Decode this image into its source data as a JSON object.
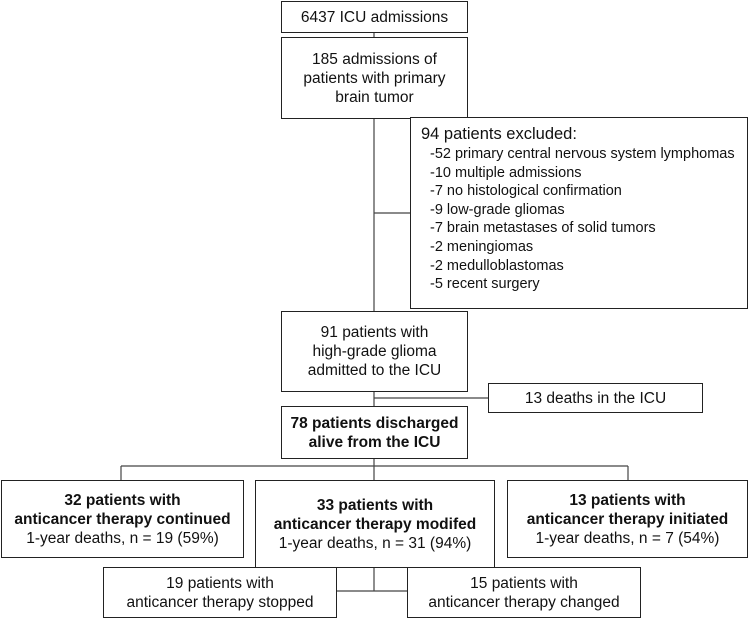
{
  "flow": {
    "admissions": {
      "line1": "6437 ICU admissions"
    },
    "brain_tumor": {
      "line1": "185 admissions of",
      "line2": "patients with primary",
      "line3": "brain tumor"
    },
    "excluded": {
      "header": "94 patients excluded:",
      "items": [
        "-52 primary central nervous system lymphomas",
        "-10 multiple admissions",
        "-7 no histological confirmation",
        "-9 low-grade gliomas",
        "-7 brain metastases of solid tumors",
        "-2 meningiomas",
        "-2 medulloblastomas",
        "-5 recent surgery"
      ]
    },
    "glioma": {
      "line1": "91 patients with",
      "line2": "high-grade glioma",
      "line3": "admitted to the ICU"
    },
    "icu_deaths": {
      "line1": "13  deaths in the ICU"
    },
    "discharged": {
      "line1": "78 patients discharged",
      "line2": "alive from the ICU"
    },
    "continued": {
      "line1": "32 patients with",
      "line2": "anticancer therapy continued",
      "line3": "1-year deaths, n = 19 (59%)"
    },
    "modified": {
      "line1": "33 patients with",
      "line2": "anticancer therapy modifed",
      "line3": "1-year deaths, n = 31 (94%)"
    },
    "initiated": {
      "line1": "13 patients with",
      "line2": "anticancer therapy initiated",
      "line3": "1-year deaths, n = 7 (54%)"
    },
    "stopped": {
      "line1": "19 patients with",
      "line2": "anticancer therapy stopped"
    },
    "changed": {
      "line1": "15 patients with",
      "line2": "anticancer therapy changed"
    }
  }
}
